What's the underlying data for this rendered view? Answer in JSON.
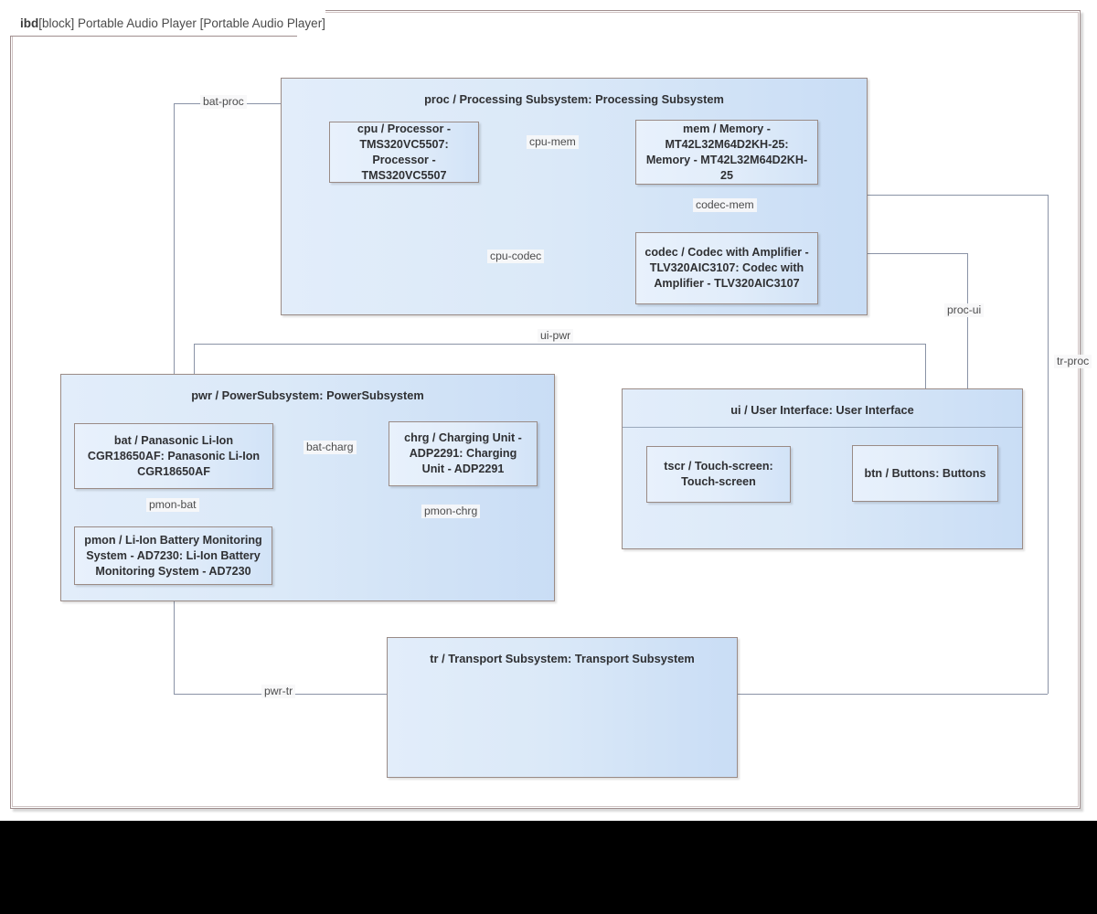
{
  "frame": {
    "keyword": "ibd",
    "title": "[block] Portable Audio Player [Portable Audio Player]"
  },
  "blocks": {
    "proc": {
      "label": "proc / Processing Subsystem: Processing Subsystem"
    },
    "cpu": {
      "label": "cpu / Processor - TMS320VC5507: Processor - TMS320VC5507"
    },
    "mem": {
      "label": "mem / Memory - MT42L32M64D2KH-25: Memory - MT42L32M64D2KH-25"
    },
    "codec": {
      "label": "codec / Codec with Amplifier - TLV320AIC3107: Codec with Amplifier - TLV320AIC3107"
    },
    "pwr": {
      "label": "pwr / PowerSubsystem: PowerSubsystem"
    },
    "bat": {
      "label": "bat / Panasonic Li-Ion CGR18650AF: Panasonic Li-Ion CGR18650AF"
    },
    "chrg": {
      "label": "chrg / Charging Unit - ADP2291: Charging Unit - ADP2291"
    },
    "pmon": {
      "label": "pmon / Li-Ion Battery Monitoring System - AD7230: Li-Ion Battery Monitoring System - AD7230"
    },
    "ui": {
      "label": "ui / User Interface: User Interface"
    },
    "tscr": {
      "label": "tscr / Touch-screen: Touch-screen"
    },
    "btn": {
      "label": "btn / Buttons: Buttons"
    },
    "tr": {
      "label": "tr / Transport Subsystem: Transport Subsystem"
    }
  },
  "connectors": {
    "bat_proc": "bat-proc",
    "cpu_mem": "cpu-mem",
    "codec_mem": "codec-mem",
    "cpu_codec": "cpu-codec",
    "proc_ui": "proc-ui",
    "tr_proc": "tr-proc",
    "ui_pwr": "ui-pwr",
    "bat_charg": "bat-charg",
    "pmon_bat": "pmon-bat",
    "pmon_chrg": "pmon-chrg",
    "pwr_tr": "pwr-tr"
  },
  "colors": {
    "block_fill_light": "#e2edfa",
    "block_fill_dark": "#c9ddf5",
    "block_border": "#9a8b86",
    "connector_line": "#8a93a6",
    "frame_border": "#a08e8e",
    "text": "#2f3033",
    "canvas": "#ffffff",
    "letterbox": "#000000"
  }
}
